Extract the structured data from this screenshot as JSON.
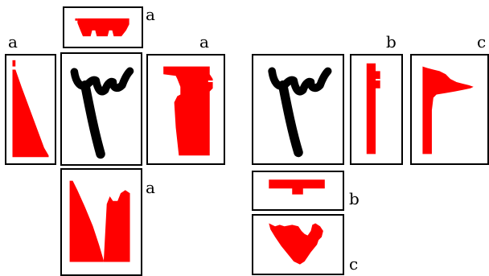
{
  "group_a": {
    "top_label": "a",
    "left_label": "a",
    "right_label": "a",
    "bottom_label": "a"
  },
  "group_bc": {
    "top_b_label": "b",
    "top_c_label": "c",
    "bottom_b_label": "b",
    "bottom_c_label": "c"
  },
  "colors": {
    "projection": "#ff0000",
    "glyph": "#000000",
    "frame": "#000000"
  }
}
